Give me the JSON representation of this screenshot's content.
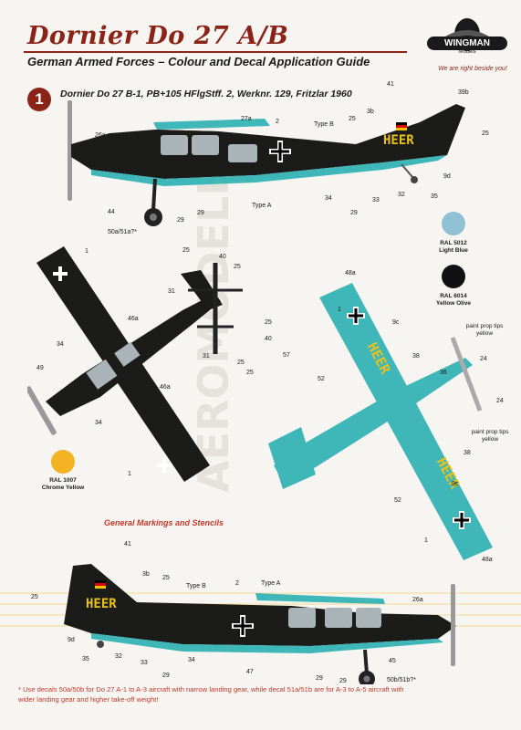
{
  "header": {
    "title": "Dornier Do 27 A/B",
    "subtitle": "German Armed Forces – Colour and Decal Application Guide",
    "logo_text": "WINGMAN",
    "logo_sub": "Models",
    "logo_tagline": "We are right beside you!"
  },
  "profile": {
    "number": "1",
    "caption": "Dornier Do 27 B-1, PB+105 HFlgStff. 2, Werknr. 129, Fritzlar 1960",
    "fuselage_marking": "HEER"
  },
  "colors": {
    "accent": "#8a2418",
    "aircraft_upper": "#1b1b19",
    "aircraft_lower": "#3fb7b8",
    "heer_yellow": "#e8c21a"
  },
  "swatches": [
    {
      "code": "RAL 5012",
      "name": "Light Blue",
      "color": "#8fc0d4"
    },
    {
      "code": "RAL 6014",
      "name": "Yellow Olive",
      "color": "#111111"
    },
    {
      "code": "RAL 1007",
      "name": "Chrome Yellow",
      "color": "#f3b323"
    }
  ],
  "notes": {
    "prop_tips_1": "paint prop tips yellow",
    "prop_tips_2": "paint prop tips yellow"
  },
  "general_heading": "General Markings and Stencils",
  "footnote": "* Use decals 50a/50b for Do 27 A-1 to A-3 aircraft with narrow landing gear, while decal 51a/51b are for A-3 to A-5 aircraft with wider landing gear and higher take-off weight!",
  "watermark": "AEROMODELBAU",
  "callouts": {
    "top_profile": [
      "41",
      "39b",
      "3b",
      "25",
      "25",
      "27a",
      "2",
      "Type B",
      "26a",
      "44",
      "50a/51a?*",
      "29",
      "29",
      "Type A",
      "34",
      "29",
      "33",
      "32",
      "35",
      "9d"
    ],
    "top_view": [
      "1",
      "46a",
      "34",
      "49",
      "46a",
      "34",
      "1"
    ],
    "small_view": [
      "25",
      "40",
      "25",
      "31",
      "25",
      "40",
      "31",
      "25",
      "25",
      "57"
    ],
    "bottom_view": [
      "48a",
      "1",
      "9c",
      "52",
      "38",
      "36",
      "24",
      "24",
      "38",
      "9c",
      "52",
      "1",
      "48a"
    ],
    "bottom_profile": [
      "41",
      "3b",
      "25",
      "25",
      "Type B",
      "2",
      "Type A",
      "9d",
      "35",
      "32",
      "33",
      "29",
      "34",
      "47",
      "26a",
      "29",
      "29",
      "45",
      "50b/51b?*"
    ]
  }
}
